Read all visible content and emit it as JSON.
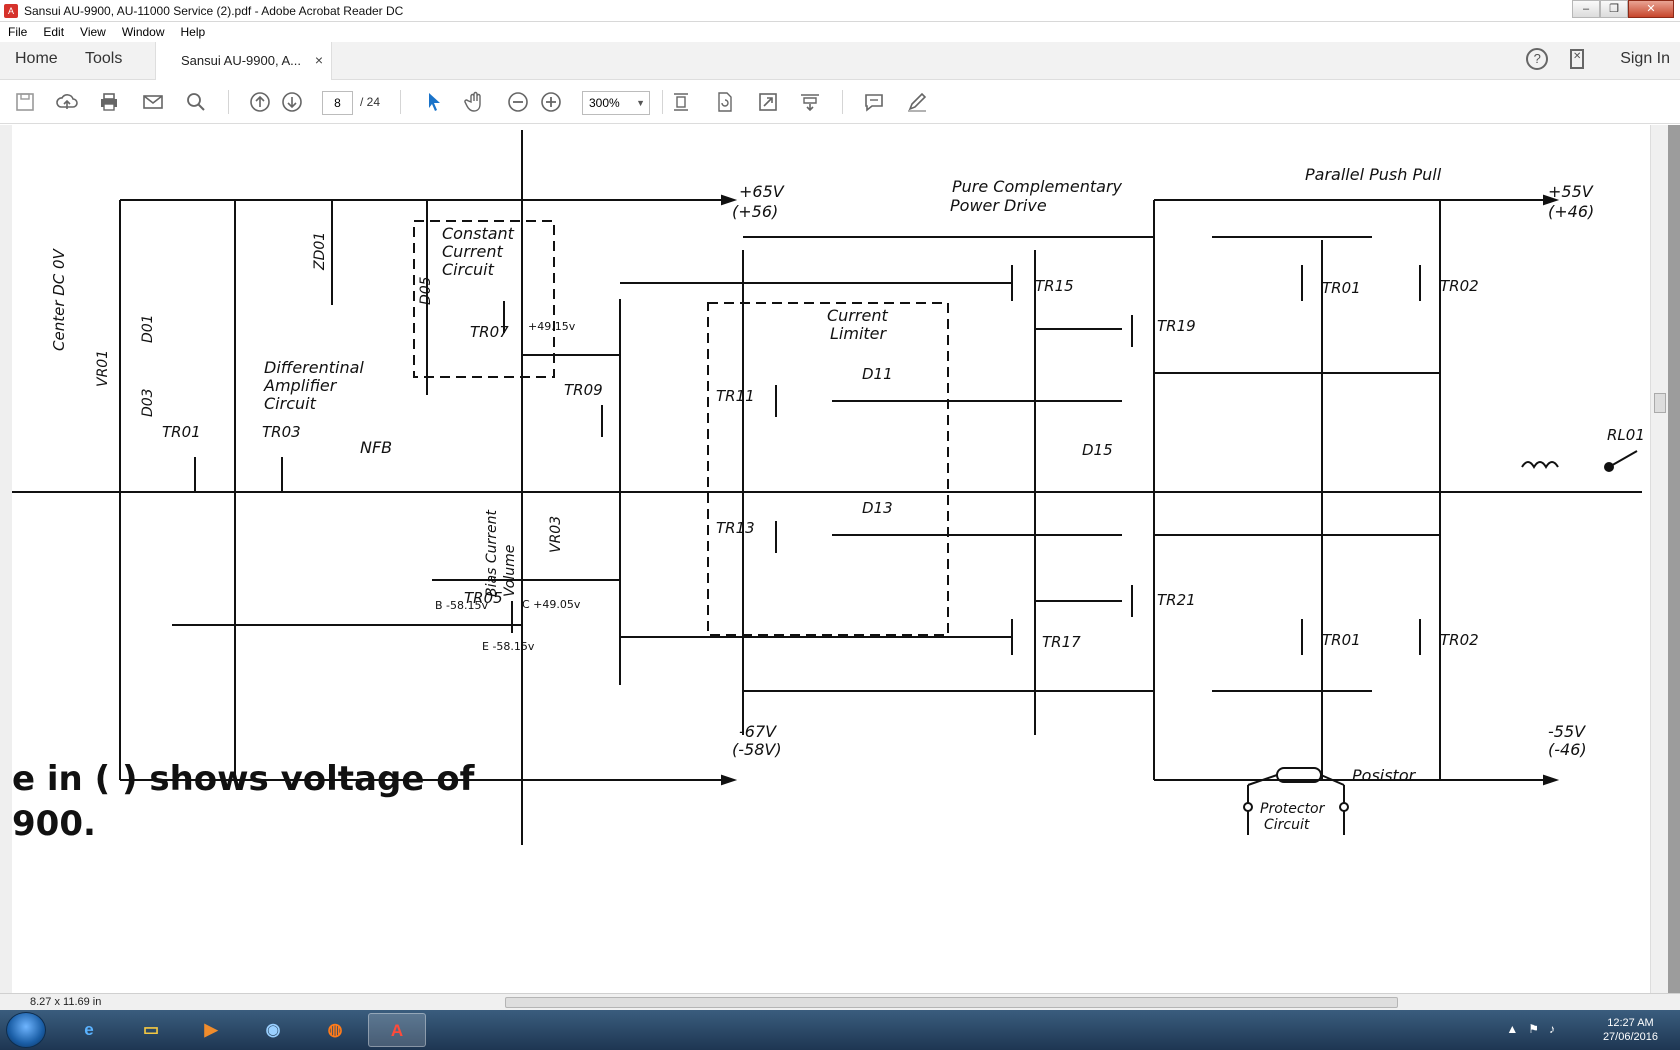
{
  "window": {
    "title": "Sansui AU-9900, AU-11000 Service (2).pdf - Adobe Acrobat Reader DC"
  },
  "menu": [
    "File",
    "Edit",
    "View",
    "Window",
    "Help"
  ],
  "tabs": {
    "home": "Home",
    "tools": "Tools",
    "document": "Sansui AU-9900, A...",
    "close": "×",
    "signin": "Sign In"
  },
  "toolbar": {
    "page_current": "8",
    "page_total": "/ 24",
    "zoom": "300%"
  },
  "schematic": {
    "labels": {
      "rail_pos": "+65V",
      "rail_pos_alt": "(+56)",
      "rail_neg": "-67V",
      "rail_neg_alt": "(-58V)",
      "out_pos": "+55V",
      "out_pos_alt": "(+46)",
      "out_neg": "-55V",
      "out_neg_alt": "(-46)",
      "pure_comp": "Pure Complementary",
      "power_drive": "Power Drive",
      "ppp": "Parallel Push Pull",
      "ccc1": "Constant",
      "ccc2": "Current",
      "ccc3": "Circuit",
      "cl1": "Current",
      "cl2": "Limiter",
      "diff1": "Differentinal",
      "diff2": "Amplifier",
      "diff3": "Circuit",
      "nfb": "NFB",
      "center_dc": "Center DC 0V",
      "bias1": "Bias Current",
      "bias2": "Volume",
      "posistor": "Posistor",
      "protector1": "Protector",
      "protector2": "Circuit",
      "tr01": "TR01",
      "tr03": "TR03",
      "tr05": "TR05",
      "tr07": "TR07",
      "tr09": "TR09",
      "tr11": "TR11",
      "tr13": "TR13",
      "tr15": "TR15",
      "tr17": "TR17",
      "tr19": "TR19",
      "tr21": "TR21",
      "tr01b": "TR01",
      "tr02": "TR02",
      "tr01c": "TR01",
      "tr02b": "TR02",
      "d01": "D01",
      "d03": "D03",
      "d05": "D05",
      "d11": "D11",
      "d13": "D13",
      "d15": "D15",
      "zd01": "ZD01",
      "vr01": "VR01",
      "vr03": "VR03",
      "rl01": "RL01"
    },
    "annotations": {
      "tr07_v": "+49.15v",
      "b_v": "B -58.15v",
      "c_v": "C +49.05v",
      "e_v": "E -58.15v"
    },
    "text_line1": "e in (    ) shows voltage of",
    "text_line2": "900."
  },
  "status": {
    "page_size": "8.27 x 11.69 in"
  },
  "clock": {
    "time": "12:27 AM",
    "date": "27/06/2016"
  },
  "colors": {
    "annotation": "#d02020",
    "taskbar": "#2b4a6b",
    "acrobat_red": "#d6322b"
  }
}
